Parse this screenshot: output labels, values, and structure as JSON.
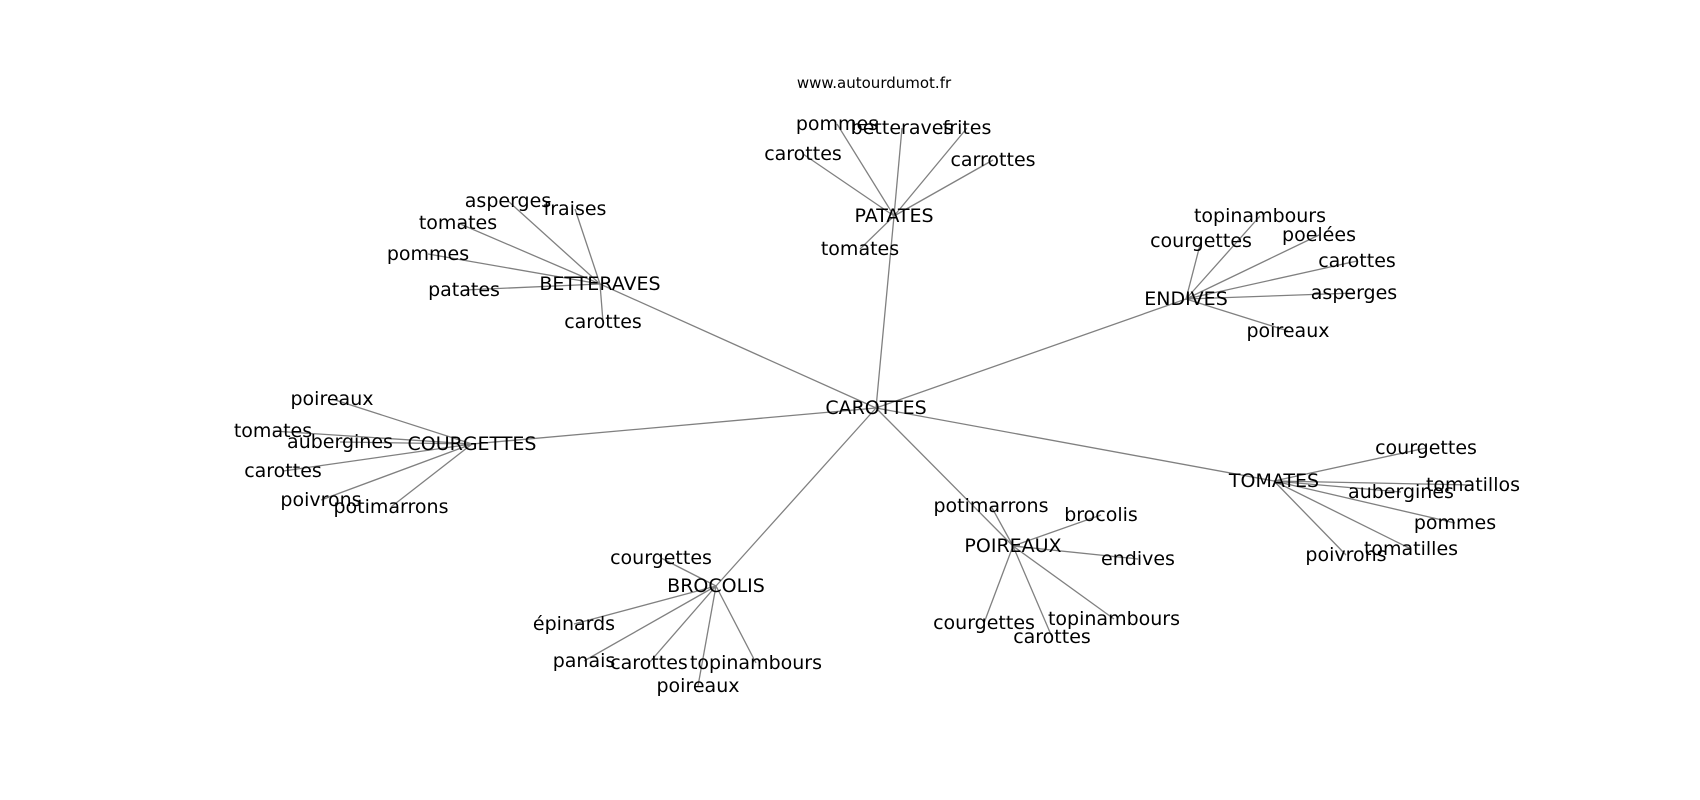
{
  "source": "www.autourdumot.fr",
  "colors": {
    "edge": "#808080",
    "text": "#000000",
    "background": "#ffffff"
  },
  "center": "CAROTTES",
  "clusters": [
    {
      "hub": "PATATES",
      "words": [
        "pommes",
        "betteraves",
        "frites",
        "carottes",
        "carrottes",
        "tomates"
      ]
    },
    {
      "hub": "BETTERAVES",
      "words": [
        "asperges",
        "fraises",
        "tomates",
        "pommes",
        "patates",
        "carottes"
      ]
    },
    {
      "hub": "ENDIVES",
      "words": [
        "topinambours",
        "courgettes",
        "poelées",
        "carottes",
        "asperges",
        "poireaux"
      ]
    },
    {
      "hub": "COURGETTES",
      "words": [
        "poireaux",
        "tomates",
        "aubergines",
        "carottes",
        "poivrons",
        "potimarrons"
      ]
    },
    {
      "hub": "TOMATES",
      "words": [
        "courgettes",
        "tomatillos",
        "aubergines",
        "pommes",
        "tomatilles",
        "poivrons"
      ]
    },
    {
      "hub": "POIREAUX",
      "words": [
        "potimarrons",
        "brocolis",
        "endives",
        "courgettes",
        "topinambours",
        "carottes"
      ]
    },
    {
      "hub": "BROCOLIS",
      "words": [
        "courgettes",
        "épinards",
        "panais",
        "carottes",
        "topinambours",
        "poireaux"
      ]
    }
  ]
}
